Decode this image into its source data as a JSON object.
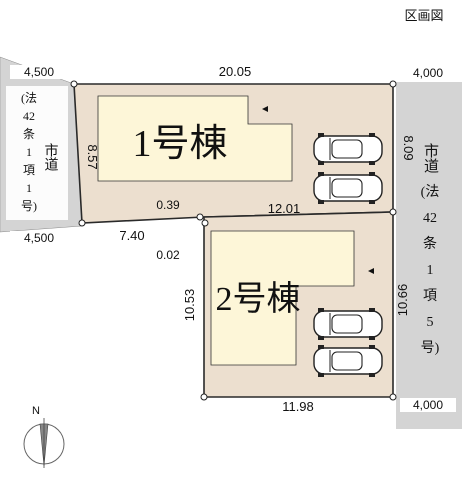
{
  "header": {
    "title": "区画図"
  },
  "roads": {
    "left": {
      "label": "市道",
      "sub": [
        "(法",
        "42",
        "条",
        "1",
        "項",
        "1",
        "号)"
      ],
      "width_top": "4,500",
      "width_bottom": "4,500"
    },
    "right": {
      "label": "市道",
      "sub": [
        "(法",
        "42",
        "条",
        "1",
        "項",
        "5",
        "号)"
      ],
      "width_top": "4,000",
      "width_bottom": "4,000"
    }
  },
  "lots": {
    "lot1": {
      "name": "1号棟",
      "top": "20.05",
      "left": "8.57",
      "right": "8.09",
      "bottom": "12.01",
      "bottom_left": "7.40"
    },
    "lot2": {
      "name": "2号棟",
      "left": "10.53",
      "right": "10.66",
      "bottom": "11.98"
    },
    "corner_offsets": {
      "upper": "0.39",
      "lower": "0.02"
    }
  },
  "compass": {
    "north": "N"
  },
  "colors": {
    "lot_fill": "#ecdfcf",
    "building_fill": "#fdf6d8",
    "road_fill": "#d4d4d4",
    "outline": "#2a2a2a"
  }
}
